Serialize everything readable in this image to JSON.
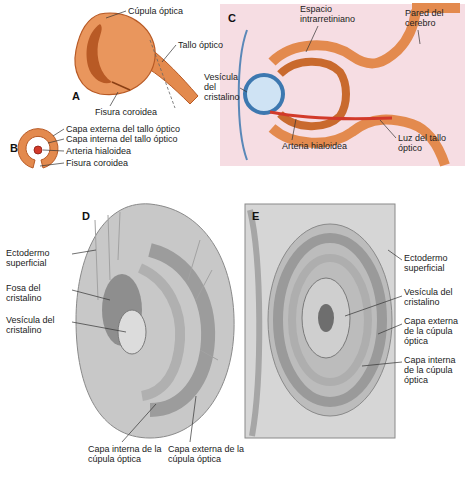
{
  "diagram": {
    "labels": [
      "Cúpula óptica",
      "Tallo óptico",
      "A",
      "Fisura coroidea",
      "Capa externa del tallo óptico",
      "Capa interna del tallo óptico",
      "Arteria hialoidea",
      "Fisura coroidea",
      "B",
      "Espacio intrarretiniano",
      "Pared del cerebro",
      "Vesícula del cristalino",
      "C",
      "Arteria hialoidea",
      "Luz del tallo óptico",
      "Ectodermo superficial",
      "Fosa del cristalino",
      "Vesícula del cristalino",
      "D",
      "Capa interna de la cúpula óptica",
      "Capa externa de la cúpula óptica",
      "Ectodermo superficial",
      "Vesícula del cristalino",
      "Capa externa de la cúpula óptica",
      "Capa interna de la cúpula óptica",
      "E"
    ]
  }
}
